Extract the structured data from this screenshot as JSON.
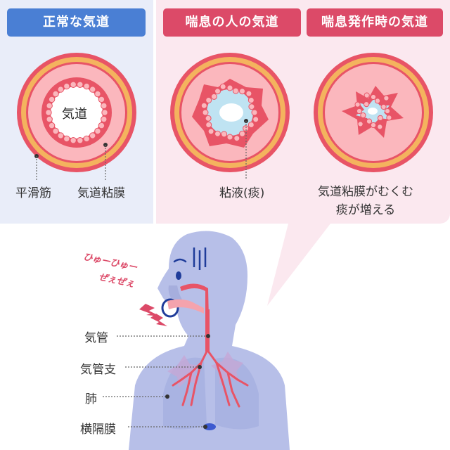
{
  "headers": {
    "normal": "正常な気道",
    "asthma": "喘息の人の気道",
    "attack": "喘息発作時の気道"
  },
  "labels": {
    "airway": "気道",
    "smooth_muscle": "平滑筋",
    "mucosa": "気道粘膜",
    "mucus": "粘液(痰)",
    "swelling_line1": "気道粘膜がむくむ",
    "swelling_line2": "痰が増える"
  },
  "sounds": {
    "line1": "ひゅーひゅー",
    "line2": "ぜぇぜぇ"
  },
  "organs": {
    "trachea": "気管",
    "bronchus": "気管支",
    "lung": "肺",
    "diaphragm": "横隔膜"
  },
  "colors": {
    "normal_header": "#4a7fd4",
    "asthma_header": "#dc4a68",
    "body": "#b7bfe8",
    "airway_red": "#e0556a",
    "muscle_orange": "#f2b15a",
    "mucus_blue": "#bfe3f2"
  }
}
